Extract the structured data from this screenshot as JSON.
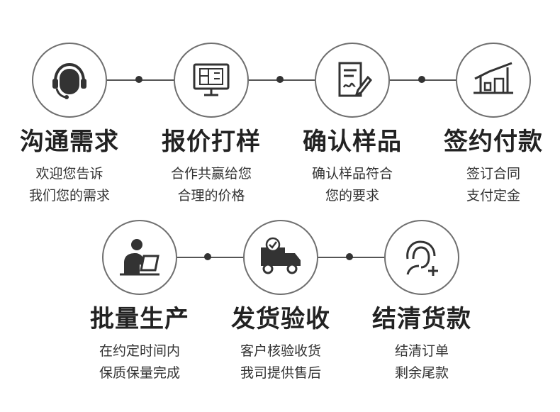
{
  "steps_top": [
    {
      "title": "沟通需求",
      "line1": "欢迎您告诉",
      "line2": "我们您的需求",
      "icon": "headset-support-icon"
    },
    {
      "title": "报价打样",
      "line1": "合作共赢给您",
      "line2": "合理的价格",
      "icon": "monitor-blueprint-icon"
    },
    {
      "title": "确认样品",
      "line1": "确认样品符合",
      "line2": "您的要求",
      "icon": "document-signature-icon"
    },
    {
      "title": "签约付款",
      "line1": "签订合同",
      "line2": "支付定金",
      "icon": "house-contract-icon"
    }
  ],
  "steps_bottom": [
    {
      "title": "批量生产",
      "line1": "在约定时间内",
      "line2": "保质保量完成",
      "icon": "worker-production-icon"
    },
    {
      "title": "发货验收",
      "line1": "客户核验收货",
      "line2": "我司提供售后",
      "icon": "delivery-truck-icon"
    },
    {
      "title": "结清货款",
      "line1": "结清订单",
      "line2": "剩余尾款",
      "icon": "user-add-icon"
    }
  ],
  "colors": {
    "text": "#222222",
    "line": "#555555",
    "circle_border": "#6f6f6f",
    "icon": "#333333"
  }
}
